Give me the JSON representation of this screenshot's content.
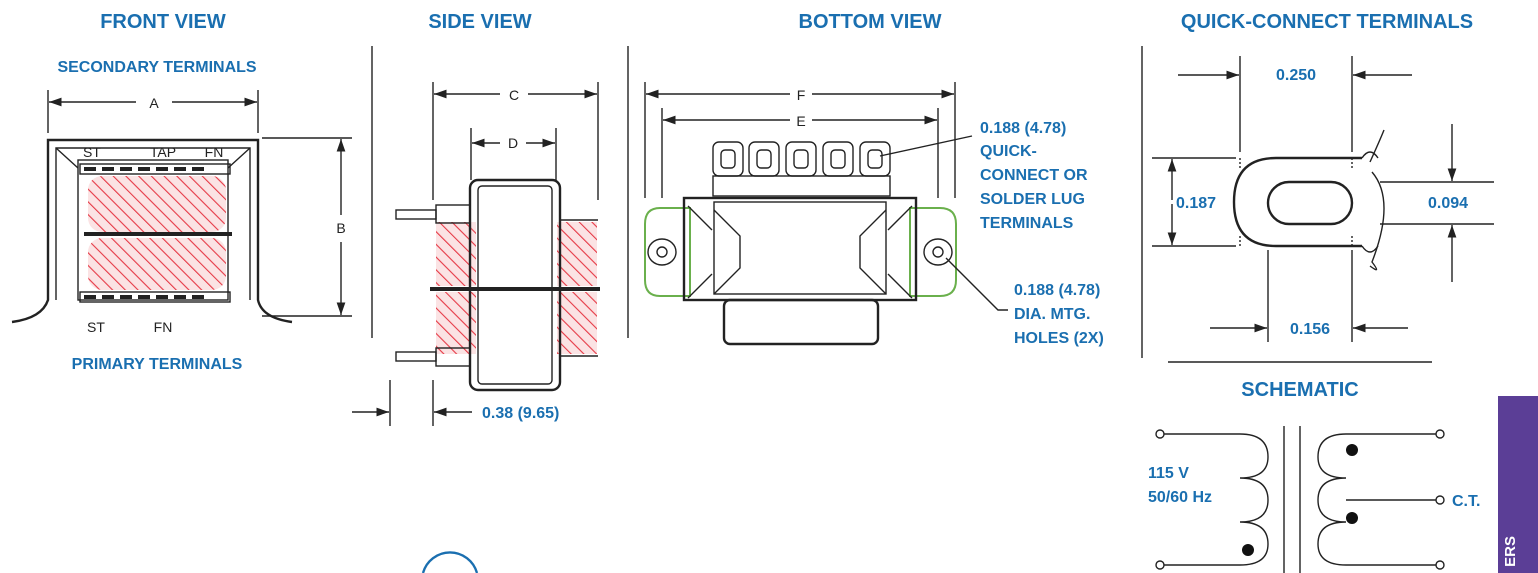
{
  "headings": {
    "front_view": "FRONT VIEW",
    "side_view": "SIDE VIEW",
    "bottom_view": "BOTTOM VIEW",
    "quick_connect": "QUICK-CONNECT TERMINALS",
    "schematic": "SCHEMATIC"
  },
  "front": {
    "secondary_terminals": "SECONDARY TERMINALS",
    "primary_terminals": "PRIMARY TERMINALS",
    "dim_a": "A",
    "dim_b": "B",
    "st_top": "ST",
    "tap": "TAP",
    "fn_top": "FN",
    "st_bottom": "ST",
    "fn_bottom": "FN"
  },
  "side": {
    "dim_c": "C",
    "dim_d": "D",
    "dim_offset": "0.38 (9.65)"
  },
  "bottom": {
    "dim_f": "F",
    "dim_e": "E",
    "terminal_note": [
      "0.188 (4.78)",
      "QUICK-",
      "CONNECT OR",
      "SOLDER LUG",
      "TERMINALS"
    ],
    "hole_note": [
      "0.188 (4.78)",
      "DIA. MTG.",
      "HOLES (2X)"
    ]
  },
  "terminal": {
    "width": "0.250",
    "height": "0.187",
    "slot": "0.094",
    "slot_width": "0.156"
  },
  "schematic": {
    "voltage": "115 V",
    "frequency": "50/60 Hz",
    "center_tap": "C.T."
  },
  "side_tab": "ERS",
  "colors": {
    "heading_blue": "#1a6fb0",
    "hatch_red": "#e63946",
    "outline_green": "#6ab04c",
    "tab_purple": "#5b3e96"
  }
}
